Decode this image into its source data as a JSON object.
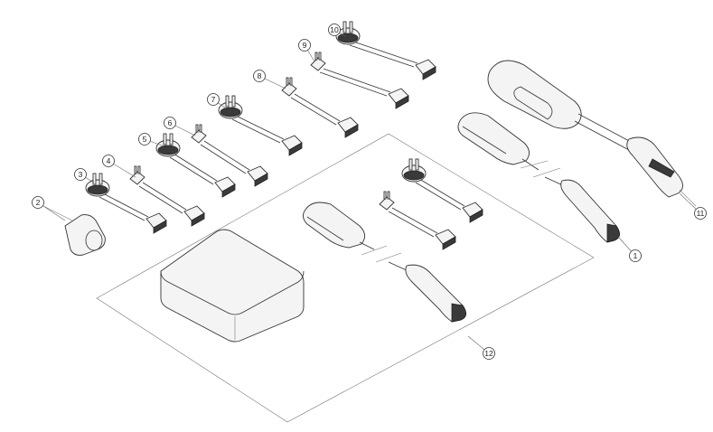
{
  "diagram": {
    "title": "Charging kit exploded view",
    "callouts": [
      {
        "id": "1",
        "label": "1"
      },
      {
        "id": "2",
        "label": "2"
      },
      {
        "id": "3",
        "label": "3"
      },
      {
        "id": "4",
        "label": "4"
      },
      {
        "id": "5",
        "label": "5"
      },
      {
        "id": "6",
        "label": "6"
      },
      {
        "id": "7",
        "label": "7"
      },
      {
        "id": "8",
        "label": "8"
      },
      {
        "id": "9",
        "label": "9"
      },
      {
        "id": "10",
        "label": "10"
      },
      {
        "id": "11",
        "label": "11"
      },
      {
        "id": "12",
        "label": "12"
      }
    ]
  }
}
